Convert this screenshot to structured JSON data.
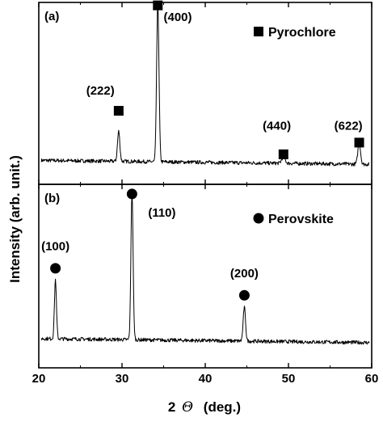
{
  "chart_data": {
    "type": "line",
    "xlabel_prefix": "2",
    "xlabel_symbol": "Θ",
    "xlabel_unit": "(deg.)",
    "ylabel": "Intensity (arb. unit.)",
    "xlim": [
      20,
      60
    ],
    "xticks": [
      20,
      30,
      40,
      50,
      60
    ],
    "grid": false,
    "panels": [
      {
        "label": "(a)",
        "legend": {
          "marker": "square",
          "text": "Pyrochlore",
          "position": "top-right"
        },
        "baseline": 0.1,
        "ylim": [
          0,
          1
        ],
        "peaks": [
          {
            "x": 29.6,
            "height": 0.18,
            "width": 0.14
          },
          {
            "x": 34.3,
            "height": 0.95,
            "width": 0.14
          },
          {
            "x": 49.4,
            "height": 0.04,
            "width": 0.2
          },
          {
            "x": 58.5,
            "height": 0.13,
            "width": 0.16
          }
        ],
        "annotations": [
          {
            "text": "(222)",
            "x": 29.6,
            "marker_y": 0.42,
            "label_x": 27.4,
            "label_y": 0.54
          },
          {
            "text": "(400)",
            "x": 34.3,
            "marker_y": 1.05,
            "label_x": 36.7,
            "label_y": 0.98
          },
          {
            "text": "(440)",
            "x": 49.4,
            "marker_y": 0.16,
            "label_x": 48.6,
            "label_y": 0.33
          },
          {
            "text": "(622)",
            "x": 58.5,
            "marker_y": 0.23,
            "label_x": 57.2,
            "label_y": 0.33
          }
        ]
      },
      {
        "label": "(b)",
        "legend": {
          "marker": "circle",
          "text": "Perovskite",
          "position": "top-right"
        },
        "baseline": 0.13,
        "ylim": [
          0,
          1
        ],
        "peaks": [
          {
            "x": 22.0,
            "height": 0.35,
            "width": 0.12
          },
          {
            "x": 31.2,
            "height": 0.87,
            "width": 0.13
          },
          {
            "x": 44.7,
            "height": 0.2,
            "width": 0.14
          }
        ],
        "annotations": [
          {
            "text": "(100)",
            "x": 22.0,
            "marker_y": 0.57,
            "label_x": 22.0,
            "label_y": 0.7
          },
          {
            "text": "(110)",
            "x": 31.2,
            "marker_y": 1.01,
            "label_x": 34.8,
            "label_y": 0.9
          },
          {
            "text": "(200)",
            "x": 44.7,
            "marker_y": 0.41,
            "label_x": 44.7,
            "label_y": 0.54
          }
        ]
      }
    ]
  }
}
